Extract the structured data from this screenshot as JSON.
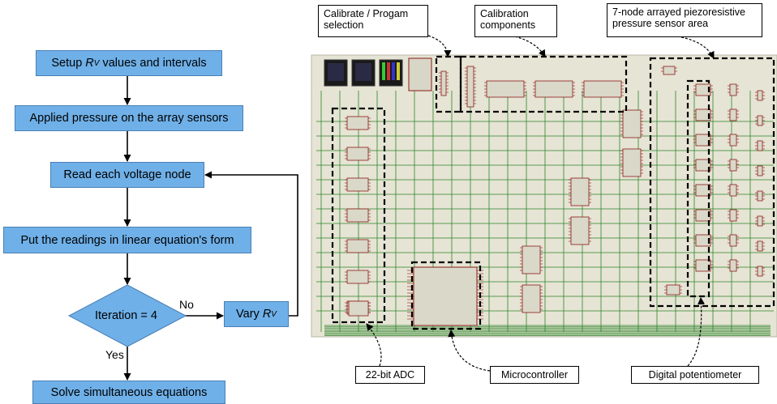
{
  "flowchart": {
    "steps": [
      {
        "text": "Setup ",
        "var": "R",
        "sub": "V",
        "after": " values and intervals"
      },
      {
        "text": "Applied pressure on the array sensors"
      },
      {
        "text": "Read each voltage node"
      },
      {
        "text": "Put the readings in linear equation's form"
      },
      {
        "text": "Solve simultaneous equations"
      }
    ],
    "decision": "Iteration = 4",
    "vary": {
      "text": "Vary ",
      "var": "R",
      "sub": "V"
    },
    "edge_no": "No",
    "edge_yes": "Yes"
  },
  "callouts": {
    "calibrate": "Calibrate / Progam selection",
    "calib_components": "Calibration components",
    "sensor_area": "7-node arrayed piezoresistive pressure sensor area",
    "adc": "22-bit ADC",
    "mcu": "Microcontroller",
    "digipot": "Digital potentiometer"
  },
  "colors": {
    "box_fill": "#6fb0e8",
    "schematic_bg": "#e6e4d4",
    "wire": "#1a7a1a",
    "component": "#8b1a1a"
  }
}
